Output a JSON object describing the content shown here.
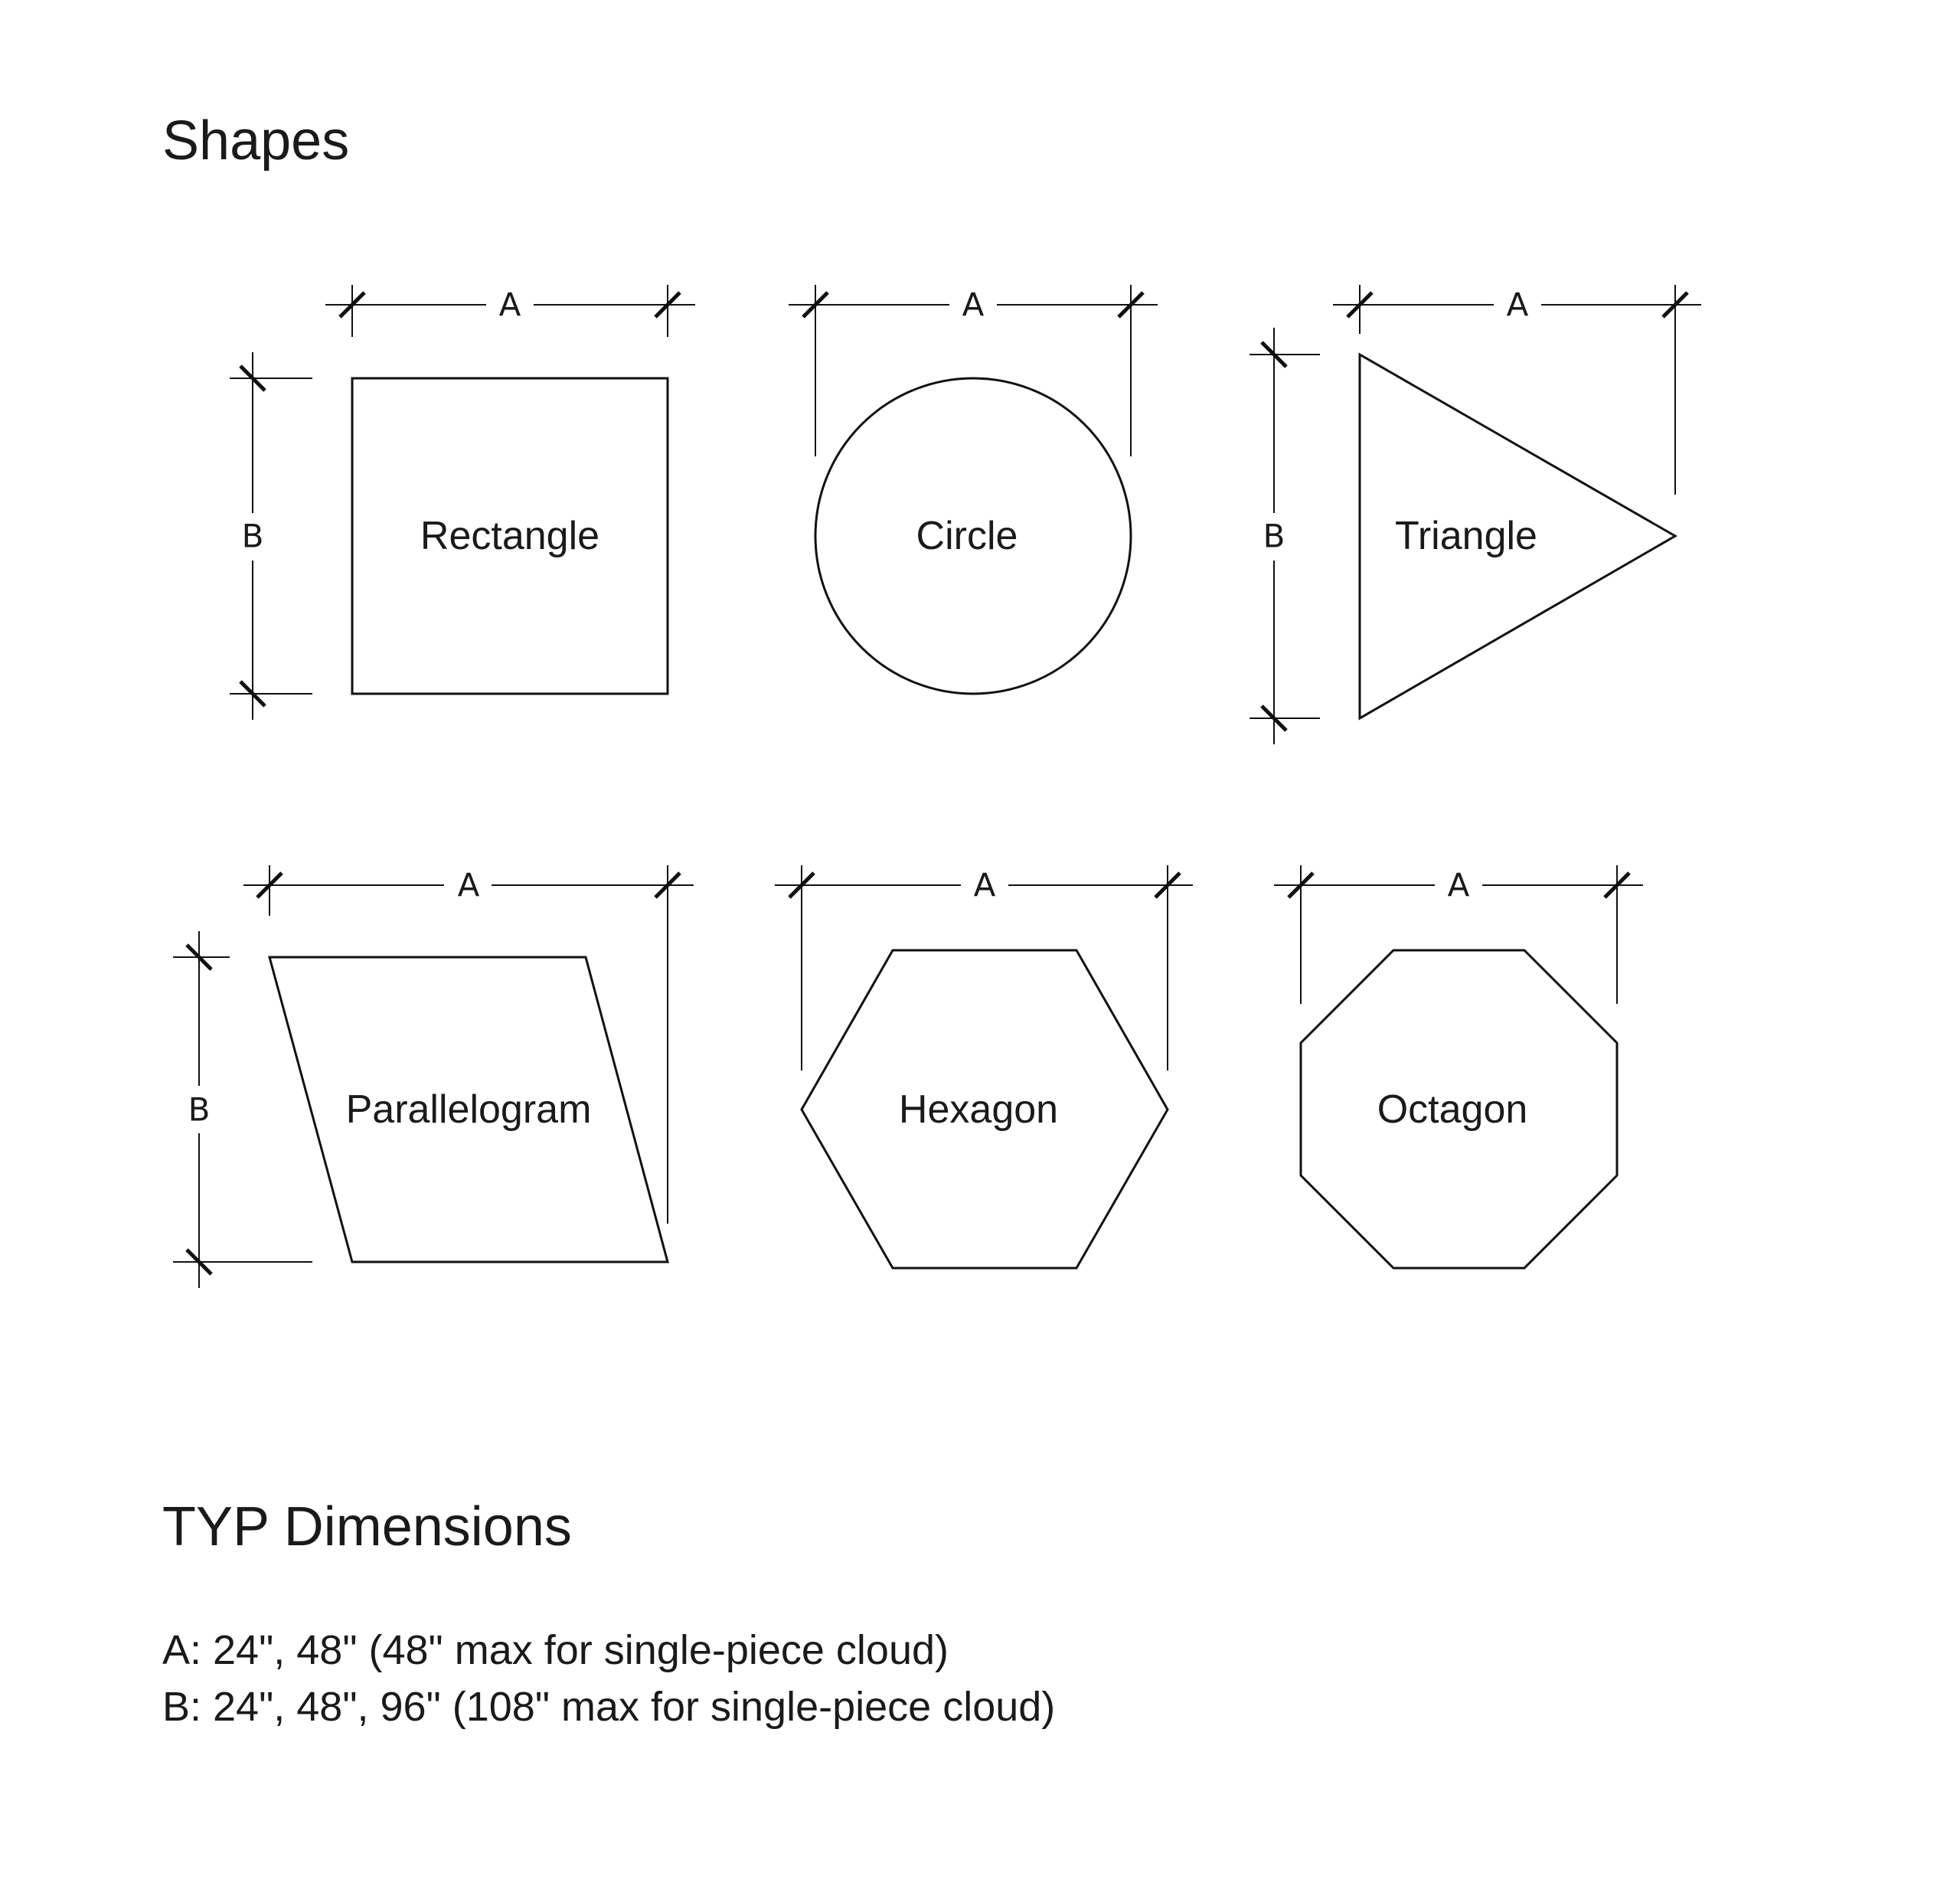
{
  "title": "Shapes",
  "dimension_letters": {
    "a": "A",
    "b": "B"
  },
  "shapes": [
    {
      "id": "rectangle",
      "label": "Rectangle",
      "dims": [
        "A",
        "B"
      ]
    },
    {
      "id": "circle",
      "label": "Circle",
      "dims": [
        "A"
      ]
    },
    {
      "id": "triangle",
      "label": "Triangle",
      "dims": [
        "A",
        "B"
      ]
    },
    {
      "id": "parallelogram",
      "label": "Parallelogram",
      "dims": [
        "A",
        "B"
      ]
    },
    {
      "id": "hexagon",
      "label": "Hexagon",
      "dims": [
        "A"
      ]
    },
    {
      "id": "octagon",
      "label": "Octagon",
      "dims": [
        "A"
      ]
    }
  ],
  "typ_dimensions": {
    "title": "TYP Dimensions",
    "a_line": "A: 24\", 48\"  (48\" max for single-piece cloud)",
    "b_line": "B: 24\", 48\", 96\"  (108\" max for single-piece cloud)"
  }
}
